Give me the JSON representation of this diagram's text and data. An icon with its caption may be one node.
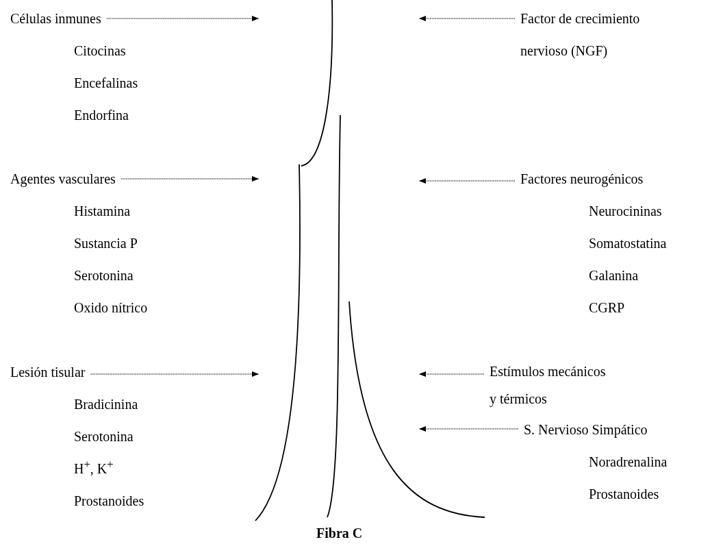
{
  "diagram": {
    "nodes": [
      {
        "text": [
          "Células inmunes",
          "Citocinas",
          "Encefalinas",
          "Endorfina"
        ]
      },
      {
        "text": [
          "Agentes vasculares",
          "Histamina",
          "Sustancia P",
          "Serotonina",
          "Oxido nítrico"
        ]
      },
      {
        "text": [
          "Lesión tisular",
          "Bradicinina",
          "Serotonina",
          "H$^{+}$, K$^{+}$",
          "Prostanoides"
        ]
      },
      {
        "text": [
          "Factor de crecimiento nervioso (NGF)"
        ]
      },
      {
        "text": [
          "Factores neurogénicos",
          "Neurocininas",
          "Somatostatina",
          "Galanina",
          "CGRP"
        ]
      },
      {
        "text": [
          "Estímulos mecánicos y térmicos"
        ]
      },
      {
        "text": [
          "S. Nervioso Simpático",
          "Noradrenalina",
          "Prostanoides"
        ]
      },
      {
        "text": [],
        "shape": "picture",
        "beside": [
          "Fibra C"
        ]
      }
    ],
    "edges": [
      {
        "from": 0,
        "to": 7,
        "arrow": "to",
        "style": "dashed"
      },
      {
        "from": 1,
        "to": 7,
        "arrow": "to",
        "style": "dashed"
      },
      {
        "from": 2,
        "to": 7,
        "arrow": "to",
        "style": "dashed"
      },
      {
        "from": 3,
        "to": 7,
        "arrow": "to",
        "style": "dashed"
      },
      {
        "from": 4,
        "to": 7,
        "arrow": "to",
        "style": "dashed"
      },
      {
        "from": 5,
        "to": 7,
        "arrow": "to",
        "style": "dashed"
      },
      {
        "from": 6,
        "to": 7,
        "arrow": "to",
        "style": "dashed"
      }
    ]
  }
}
